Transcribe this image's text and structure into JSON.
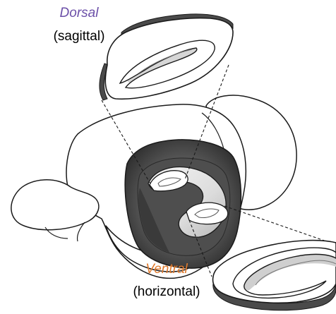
{
  "labels": {
    "dorsal": {
      "name": "Dorsal",
      "plane": "(sagittal)",
      "color": "#6b4fa8"
    },
    "ventral": {
      "name": "Ventral",
      "plane": "(horizontal)",
      "color": "#e07a2c"
    }
  },
  "colors": {
    "outline": "#1a1a1a",
    "brain_fill": "#ffffff",
    "cavity_outer": "#3a3a3a",
    "cavity_inner": "#6e6e6e",
    "hippocampus_light": "#ededed",
    "hippocampus_shadow": "#bdbdbd",
    "slice_edge": "#4a4a4a",
    "slice_inner_gray": "#c4c4c4"
  }
}
